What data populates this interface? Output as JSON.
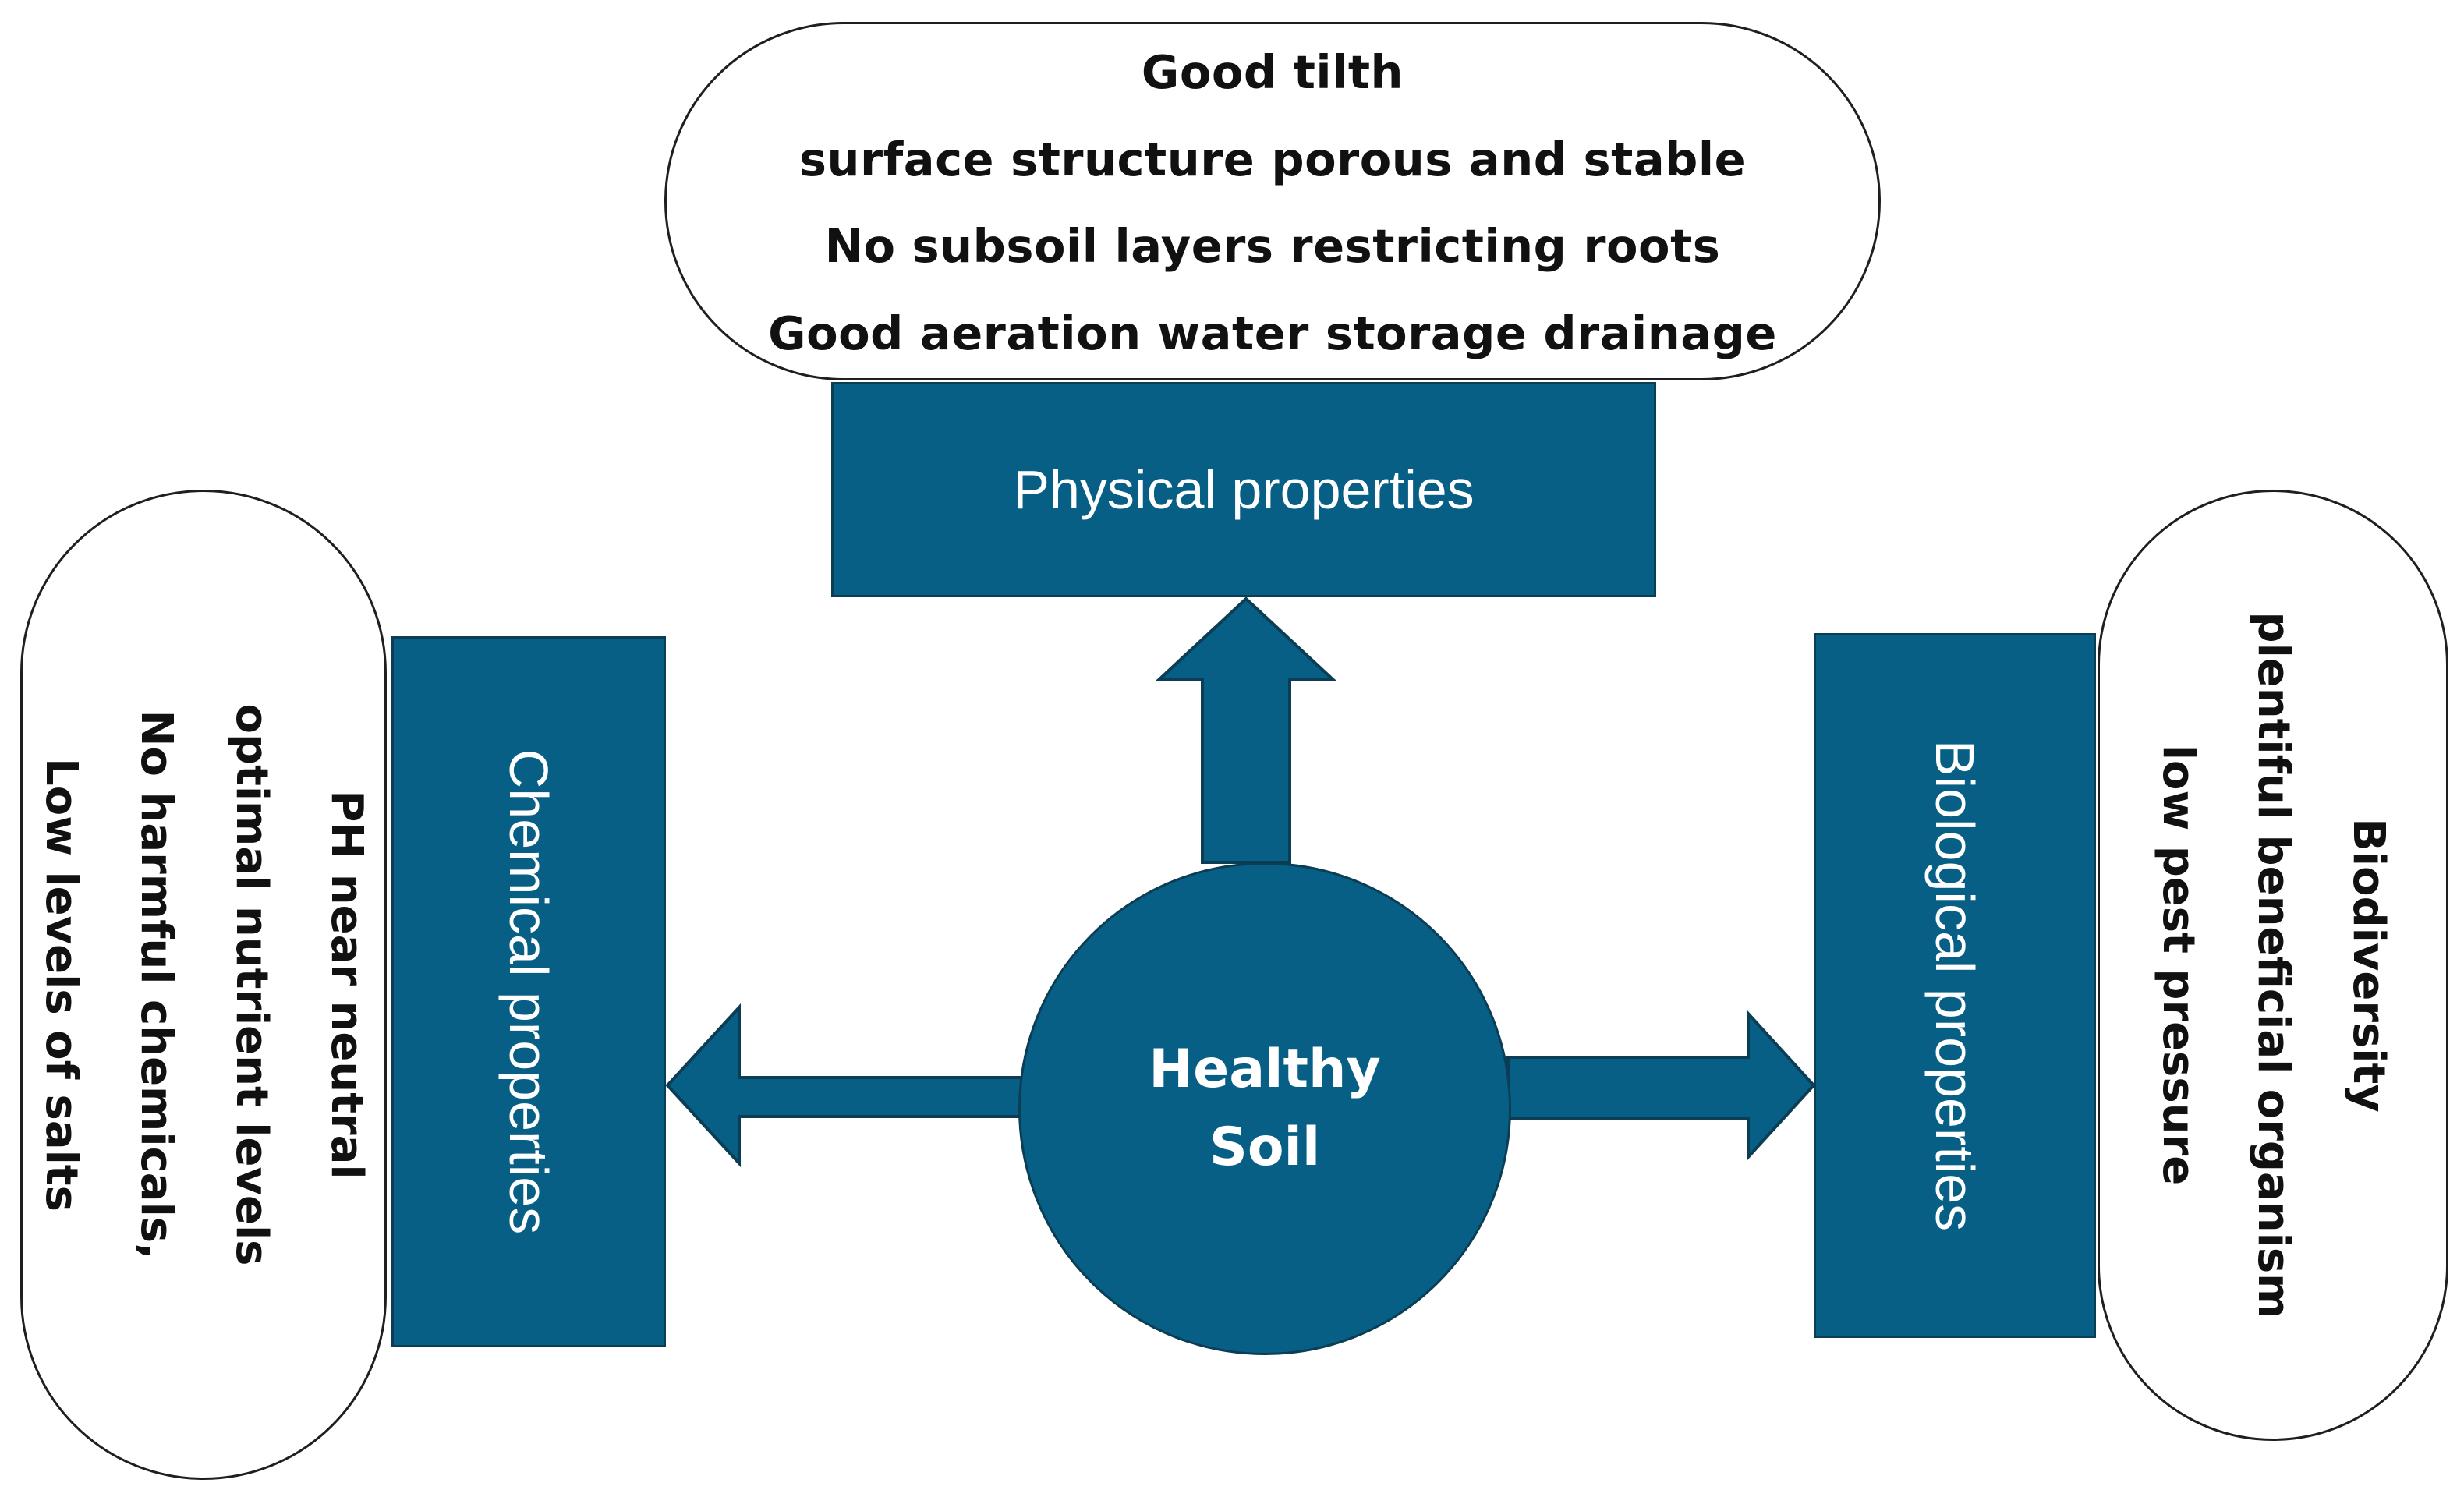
{
  "center": {
    "lines": [
      "Healthy",
      "Soil"
    ]
  },
  "physical": {
    "label": "Physical properties",
    "items": [
      "Good tilth",
      "surface structure porous and stable",
      "No subsoil layers restricting roots",
      "Good aeration water storage drainage"
    ]
  },
  "chemical": {
    "label": "Chemical properties",
    "items": [
      "PH near neutral",
      "optimal nutrient levels",
      "No harmful chemicals,",
      "Low levels of salts"
    ]
  },
  "biological": {
    "label": "Biological properties",
    "items": [
      "Biodiversity",
      "plentiful beneficial organism",
      "low pest pressure"
    ]
  },
  "colors": {
    "box_fill": "#075f86",
    "box_stroke": "#0b3d55",
    "outline": "#1f1f1f"
  }
}
